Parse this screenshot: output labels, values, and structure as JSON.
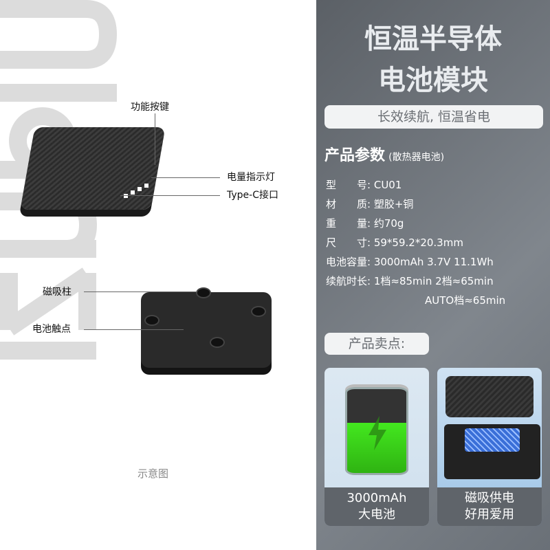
{
  "watermark_logo": "ulanzi",
  "left": {
    "labels": {
      "function_button": "功能按键",
      "battery_indicator": "电量指示灯",
      "type_c_port": "Type-C接口",
      "magnetic_post": "磁吸柱",
      "battery_contacts": "电池触点",
      "diagram_note": "示意图"
    }
  },
  "right": {
    "title_line1": "恒温半导体",
    "title_line2": "电池模块",
    "tagline": "长效续航, 恒温省电",
    "params_heading": "产品参数",
    "params_sub": "(散热器电池)",
    "specs": [
      {
        "label": "型　　号:",
        "value": "CU01"
      },
      {
        "label": "材　　质:",
        "value": "塑胶+铜"
      },
      {
        "label": "重　　量:",
        "value": "约70g"
      },
      {
        "label": "尺　　寸:",
        "value": "59*59.2*20.3mm"
      },
      {
        "label": "电池容量:",
        "value": "3000mAh 3.7V 11.1Wh"
      },
      {
        "label": "续航时长:",
        "value": "1档≈85min 2档≈65min"
      }
    ],
    "specs_extra": "AUTO档≈65min",
    "selling_heading": "产品卖点:",
    "cards": [
      {
        "line1": "3000mAh",
        "line2": "大电池",
        "icon": "battery-charging-icon"
      },
      {
        "line1": "磁吸供电",
        "line2": "好用爱用",
        "icon": "magnetic-cooler-photo"
      }
    ]
  },
  "colors": {
    "panel": "#6f757c",
    "battery_green": "#3ddc1e"
  }
}
